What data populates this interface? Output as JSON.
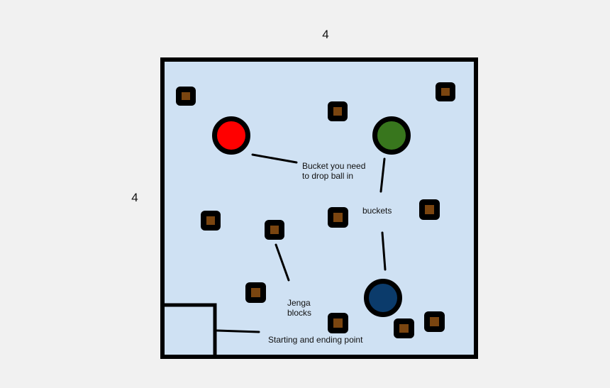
{
  "dimensions": {
    "width_label": "4",
    "height_label": "4"
  },
  "labels": {
    "target_bucket": [
      "Bucket you need",
      "to drop ball in"
    ],
    "buckets": "buckets",
    "jenga": [
      "Jenga",
      "blocks"
    ],
    "start": "Starting and ending point"
  },
  "colors": {
    "field": "#cfe1f3",
    "border": "#000000",
    "block_fill": "#7a4510",
    "bucket_red": "#ff0000",
    "bucket_green": "#38761d",
    "bucket_blue": "#0b3b6b"
  }
}
